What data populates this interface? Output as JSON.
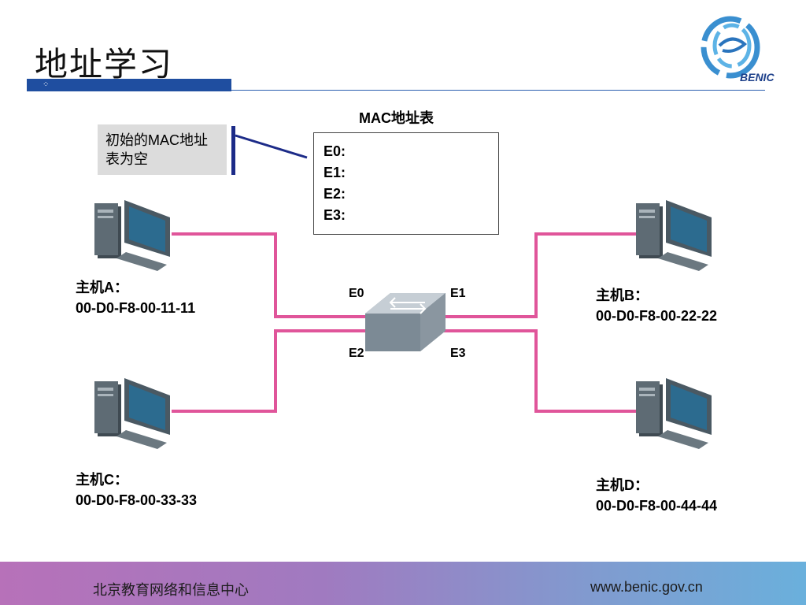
{
  "title": "地址学习",
  "logo": {
    "text": "BENIC"
  },
  "callout": {
    "text": "初始的MAC地址表为空"
  },
  "mac_table": {
    "title": "MAC地址表",
    "rows": [
      "E0:",
      "E1:",
      "E2:",
      "E3:"
    ]
  },
  "switch": {
    "ports": {
      "e0": "E0",
      "e1": "E1",
      "e2": "E2",
      "e3": "E3"
    }
  },
  "hosts": {
    "a": {
      "name": "主机A：",
      "mac": "00-D0-F8-00-11-11"
    },
    "b": {
      "name": "主机B：",
      "mac": "00-D0-F8-00-22-22"
    },
    "c": {
      "name": "主机C：",
      "mac": "00-D0-F8-00-33-33"
    },
    "d": {
      "name": "主机D：",
      "mac": "00-D0-F8-00-44-44"
    }
  },
  "footer": {
    "left": "北京教育网络和信息中心",
    "right": "www.benic.gov.cn"
  },
  "colors": {
    "link": "#e0559a",
    "title_bar": "#1f4ea0",
    "callout_bg": "#dcdcdc",
    "callout_connector": "#1c2b88"
  }
}
